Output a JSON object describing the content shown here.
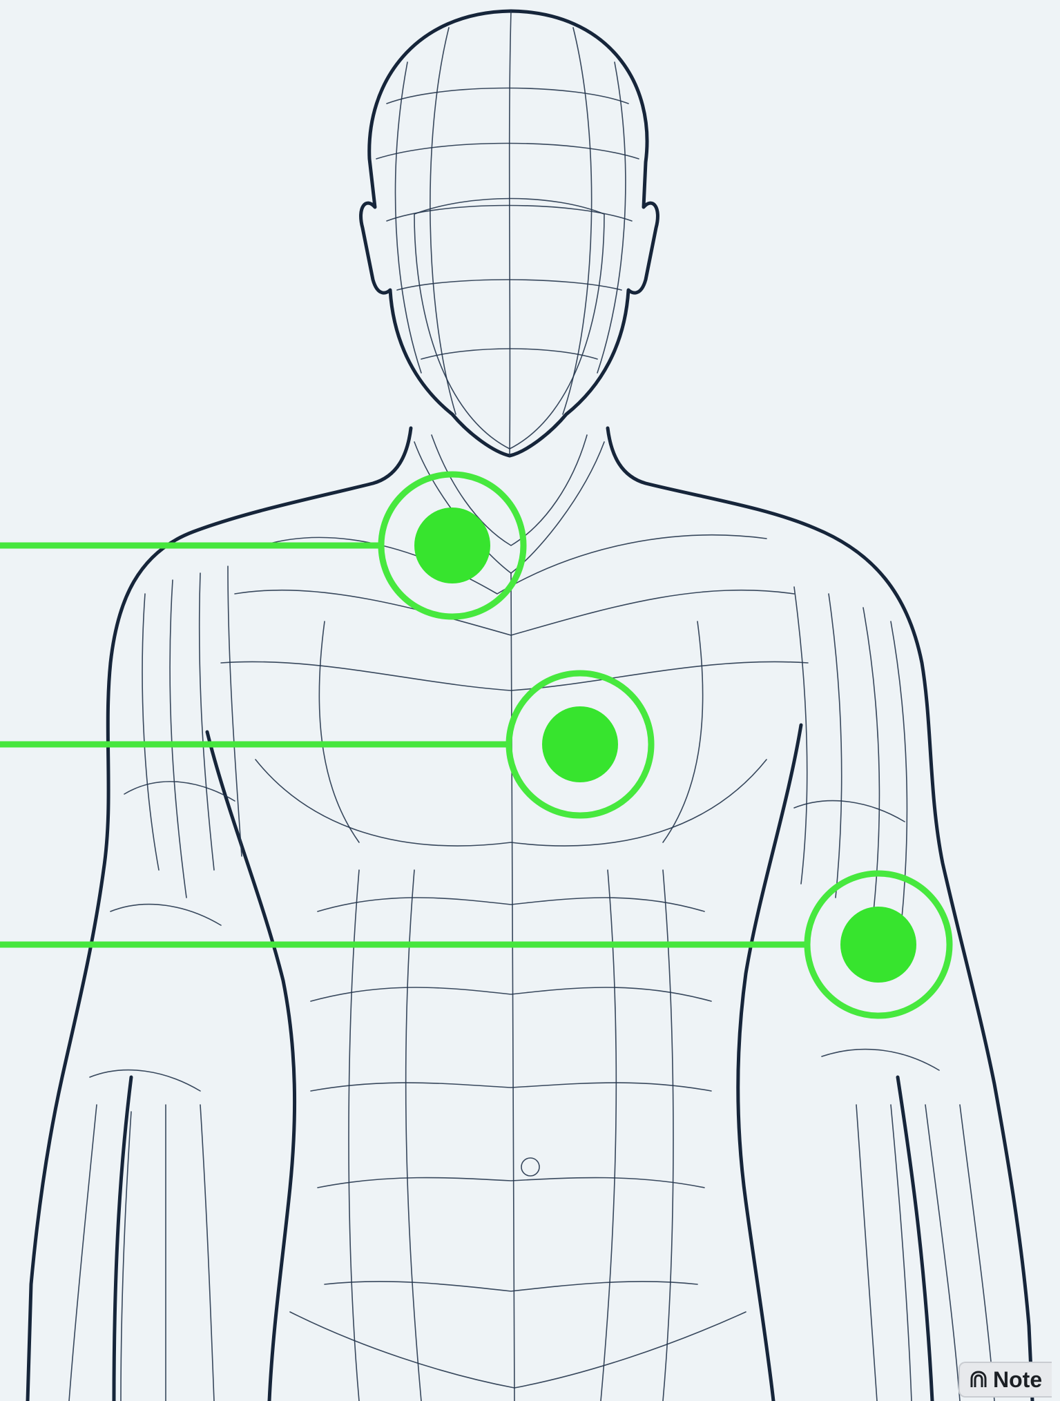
{
  "markers": [
    {
      "id": "neck-shoulder",
      "icon": "target-marker-icon"
    },
    {
      "id": "chest",
      "icon": "target-marker-icon"
    },
    {
      "id": "upper-arm",
      "icon": "target-marker-icon"
    }
  ],
  "badge": {
    "label": "Note",
    "icon": "notebook-icon"
  },
  "colors": {
    "marker": "#37e42e",
    "outline": "#16253a",
    "background": "#eef3f6"
  }
}
